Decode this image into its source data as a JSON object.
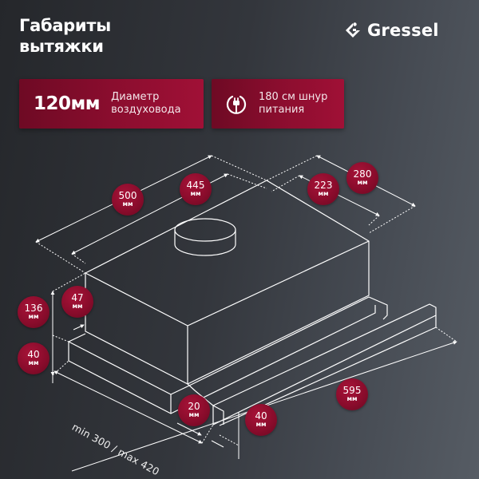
{
  "header": {
    "title_line1": "Габариты",
    "title_line2": "вытяжки",
    "brand": "Gressel",
    "brand_icon": "gressel-logo-icon"
  },
  "cards": [
    {
      "value": "120мм",
      "desc_line1": "Диаметр",
      "desc_line2": "воздуховода"
    },
    {
      "icon": "power-plug-icon",
      "desc_line1": "180 см шнур",
      "desc_line2": "питания"
    }
  ],
  "dimensions": {
    "depth_total": {
      "num": "500",
      "unit": "мм"
    },
    "depth_body": {
      "num": "445",
      "unit": "мм"
    },
    "width_front": {
      "num": "223",
      "unit": "мм"
    },
    "width_back": {
      "num": "280",
      "unit": "мм"
    },
    "height_total": {
      "num": "136",
      "unit": "мм"
    },
    "height_top": {
      "num": "47",
      "unit": "мм"
    },
    "height_panel": {
      "num": "40",
      "unit": "мм"
    },
    "panel_depth": {
      "num": "20",
      "unit": "мм"
    },
    "front_height": {
      "num": "40",
      "unit": "мм"
    },
    "width_total": {
      "num": "595",
      "unit": "мм"
    },
    "slide_range": "min 300 / max 420"
  },
  "colors": {
    "accent": "#8a0c2c",
    "background_dark": "#25272b",
    "background_light": "#565c64",
    "lines": "#ffffff"
  }
}
